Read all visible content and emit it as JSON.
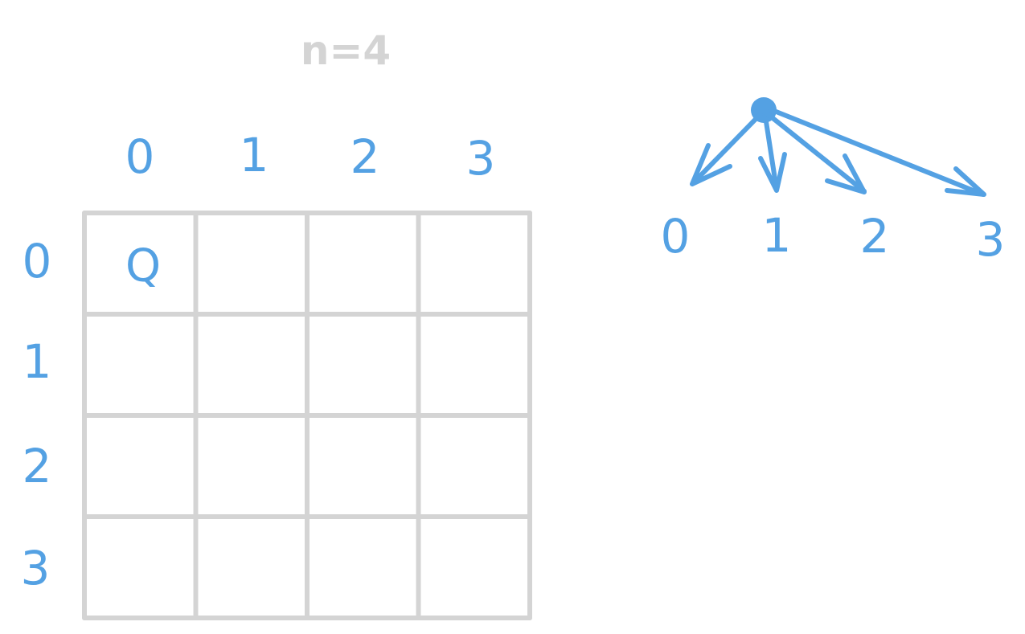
{
  "title": "n=4",
  "board": {
    "size": 4,
    "column_labels": [
      "0",
      "1",
      "2",
      "3"
    ],
    "row_labels": [
      "0",
      "1",
      "2",
      "3"
    ],
    "queen": {
      "label": "Q",
      "row": 0,
      "col": 0
    }
  },
  "tree": {
    "children": [
      "0",
      "1",
      "2",
      "3"
    ]
  },
  "colors": {
    "accent": "#54a1e3",
    "grid": "#d4d4d4",
    "title": "#d4d4d4",
    "background": "#ffffff"
  }
}
